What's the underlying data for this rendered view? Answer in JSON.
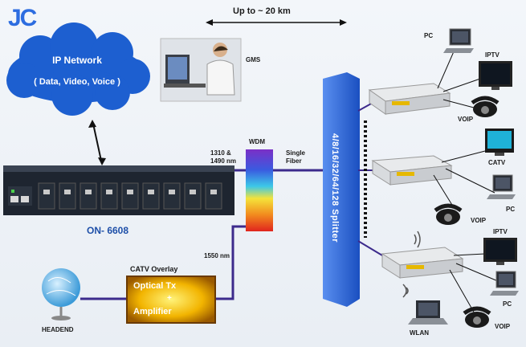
{
  "logo_text": "JC",
  "distance": "Up to ~ 20 km",
  "cloud": {
    "title": "IP Network",
    "subtitle": "( Data, Video, Voice )"
  },
  "gms": "GMS",
  "olt": {
    "label": "ON- 6608"
  },
  "wdm": {
    "label": "WDM",
    "wavelengths": "1310 &\n1490 nm",
    "single_fiber": "Single\nFiber",
    "catv_nm": "1550 nm"
  },
  "splitter": {
    "label": "4/8/16/32/64/128  Splitter"
  },
  "catv_overlay": {
    "title": "CATV Overlay",
    "line1": "Optical Tx",
    "plus": "+",
    "line2": "Amplifier"
  },
  "headend": "HEADEND",
  "devices": {
    "onu1": {
      "pc": "PC",
      "iptv": "IPTV",
      "voip": "VOIP"
    },
    "onu2": {
      "catv": "CATV",
      "pc": "PC",
      "voip": "VOIP"
    },
    "onu3": {
      "iptv": "IPTV",
      "pc": "PC",
      "voip": "VOIP",
      "wlan": "WLAN"
    }
  },
  "colors": {
    "fiber": "#3c2a8c",
    "cloud": "#1d5fd0",
    "splitter": "#1d5fd0",
    "catv_box": "#e8b000"
  }
}
